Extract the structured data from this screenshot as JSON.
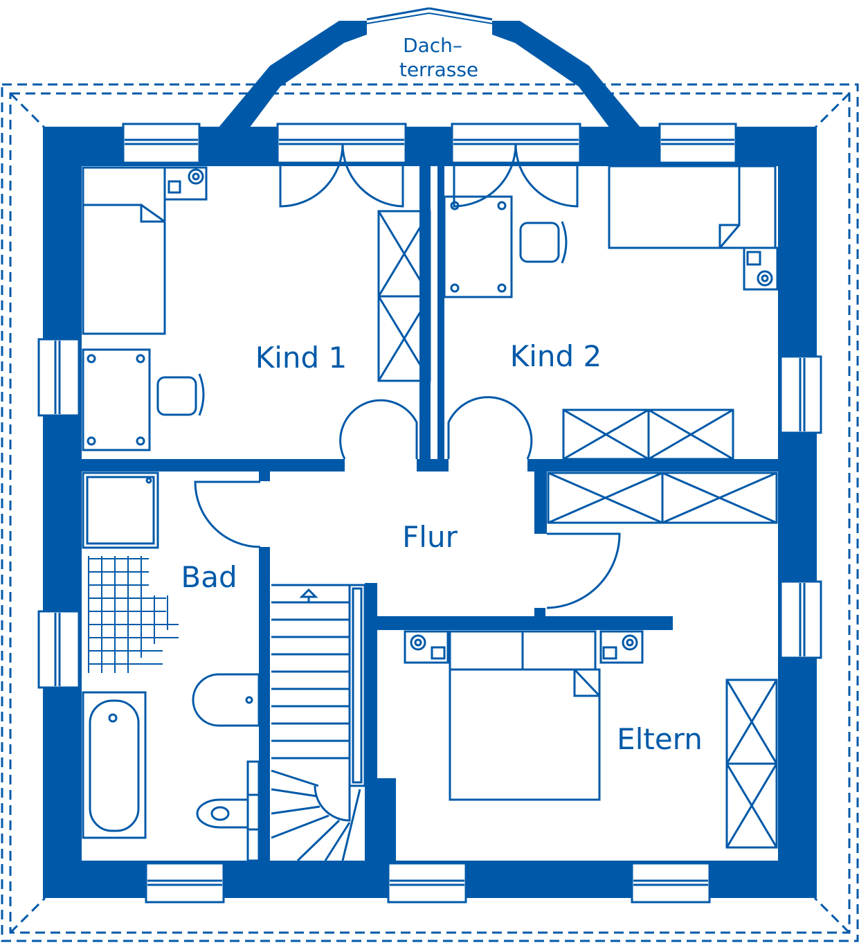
{
  "colors": {
    "wall": "#0059a8",
    "background": "#ffffff"
  },
  "rooms": {
    "kind1": "Kind  1",
    "kind2": "Kind  2",
    "flur": "Flur",
    "bad": "Bad",
    "eltern": "Eltern",
    "terrace_line1": "Dach–",
    "terrace_line2": "terrasse"
  }
}
